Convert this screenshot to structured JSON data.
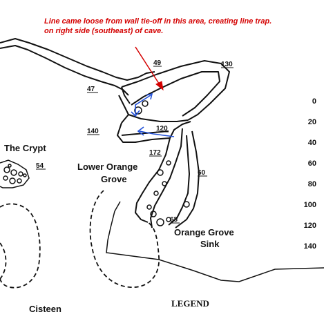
{
  "annotation": {
    "text": "Line came loose from wall tie-off in this area, creating line trap. on right side (southeast) of cave.",
    "color": "#d40000"
  },
  "line_trap_arrow_color": "#1f4fd8",
  "labels": {
    "crypt": "The Crypt",
    "lower_orange_grove_1": "Lower Orange",
    "lower_orange_grove_2": "Grove",
    "orange_grove_sink_1": "Orange Grove",
    "orange_grove_sink_2": "Sink",
    "cisteen": "Cisteen",
    "legend": "LEGEND"
  },
  "station_numbers": {
    "n49": "49",
    "n130": "130",
    "n47": "47",
    "n140": "140",
    "n120": "120",
    "n172": "172",
    "n60": "60",
    "n54": "54",
    "n68": "68"
  },
  "depth_scale": [
    "0",
    "20",
    "40",
    "60",
    "80",
    "100",
    "120",
    "140"
  ]
}
